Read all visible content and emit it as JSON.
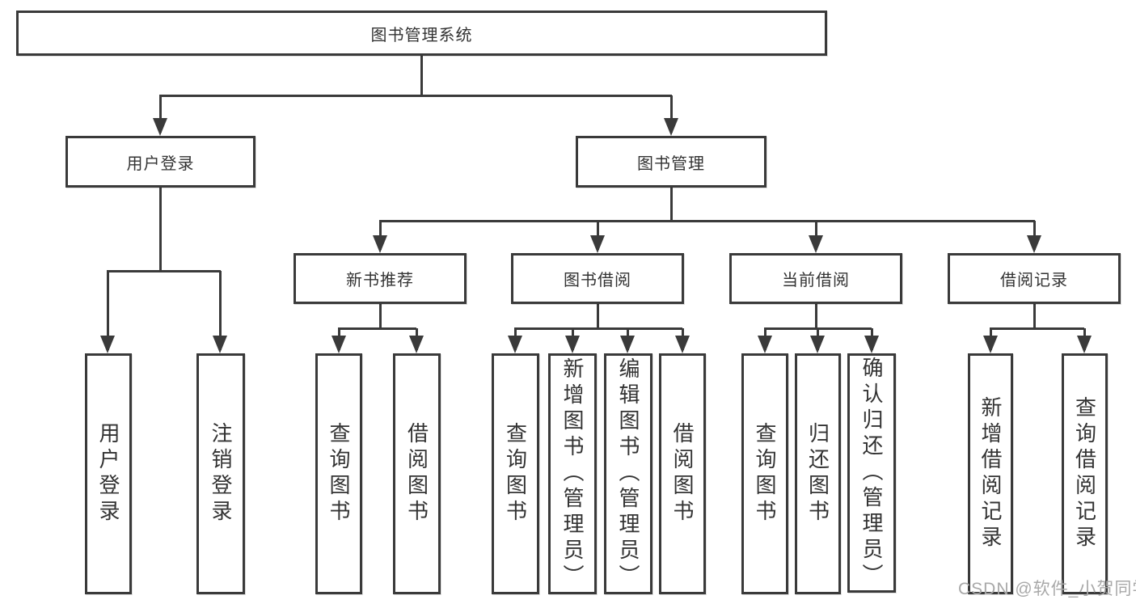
{
  "tree": {
    "root": {
      "label": "图书管理系统",
      "children": [
        {
          "label": "用户登录",
          "children": [
            {
              "label": "用户登录"
            },
            {
              "label": "注销登录"
            }
          ]
        },
        {
          "label": "图书管理",
          "children": [
            {
              "label": "新书推荐",
              "children": [
                {
                  "label": "查询图书"
                },
                {
                  "label": "借阅图书"
                }
              ]
            },
            {
              "label": "图书借阅",
              "children": [
                {
                  "label": "查询图书"
                },
                {
                  "label": "新增图书（管理员）"
                },
                {
                  "label": "编辑图书（管理员）"
                },
                {
                  "label": "借阅图书"
                }
              ]
            },
            {
              "label": "当前借阅",
              "children": [
                {
                  "label": "查询图书"
                },
                {
                  "label": "归还图书"
                },
                {
                  "label": "确认归还（管理员）"
                }
              ]
            },
            {
              "label": "借阅记录",
              "children": [
                {
                  "label": "新增借阅记录"
                },
                {
                  "label": "查询借阅记录"
                }
              ]
            }
          ]
        }
      ]
    }
  },
  "watermark": {
    "text": "CSDN @软件_小贺同学"
  },
  "colors": {
    "line": "#3a3a3a",
    "box_border": "#3a3a3a",
    "box_background": "#ffffff",
    "text": "#333333",
    "page_background": "#ffffff",
    "watermark": "#a8a8a8"
  }
}
